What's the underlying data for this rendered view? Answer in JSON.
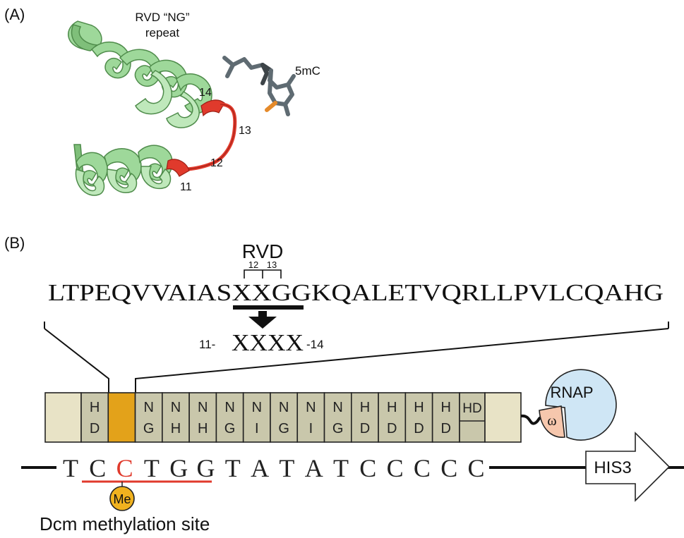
{
  "panel_a": {
    "label": "(A)",
    "repeat_label_line1": "RVD “NG”",
    "repeat_label_line2": "repeat",
    "ligand_label": "5mC",
    "residues": [
      "14",
      "13",
      "12",
      "11"
    ],
    "colors": {
      "helix": "#9ed89a",
      "helix_dark": "#5f9f5b",
      "rvd_loop": "#e03a2c",
      "ligand": "#5f6b72",
      "ligand_oxygen": "#e58a2a"
    }
  },
  "panel_b": {
    "label": "(B)",
    "rvd_label": "RVD",
    "rvd_positions": [
      "12",
      "13"
    ],
    "sequence": {
      "before": "LTPEQVVAIAS",
      "rvd": "XX",
      "after": "GGKQALETVQRLLPVLCQAHG"
    },
    "expanded": {
      "left": "11-",
      "residues": "XXXX",
      "right": "-14"
    },
    "tale_array": {
      "columns": [
        {
          "top": "H",
          "bottom": "D"
        },
        {
          "top": "",
          "bottom": "",
          "highlight": true
        },
        {
          "top": "N",
          "bottom": "G"
        },
        {
          "top": "N",
          "bottom": "H"
        },
        {
          "top": "N",
          "bottom": "H"
        },
        {
          "top": "N",
          "bottom": "G"
        },
        {
          "top": "N",
          "bottom": "I"
        },
        {
          "top": "N",
          "bottom": "G"
        },
        {
          "top": "N",
          "bottom": "I"
        },
        {
          "top": "N",
          "bottom": "G"
        },
        {
          "top": "H",
          "bottom": "D"
        },
        {
          "top": "H",
          "bottom": "D"
        },
        {
          "top": "H",
          "bottom": "D"
        },
        {
          "top": "H",
          "bottom": "D"
        }
      ],
      "half_repeat_label": "HD",
      "colors": {
        "box": "#e8e3c6",
        "repeat": "#c9c7ab",
        "highlight": "#e3a21a",
        "outline": "#222222"
      }
    },
    "rnap": {
      "label": "RNAP",
      "omega": "ω",
      "colors": {
        "rnap": "#cfe6f5",
        "omega": "#f6c7ad"
      }
    },
    "dna": {
      "bases": [
        "T",
        "C",
        "C",
        "T",
        "G",
        "G",
        "T",
        "A",
        "T",
        "A",
        "T",
        "C",
        "C",
        "C",
        "C",
        "C"
      ],
      "methylated_index": 2,
      "methyl_color": "#e03a2c"
    },
    "reporter": "HIS3",
    "methyl_badge": {
      "label": "Me",
      "color": "#f0b21f"
    },
    "site_label": "Dcm methylation site",
    "underline_color": "#e03a2c"
  }
}
